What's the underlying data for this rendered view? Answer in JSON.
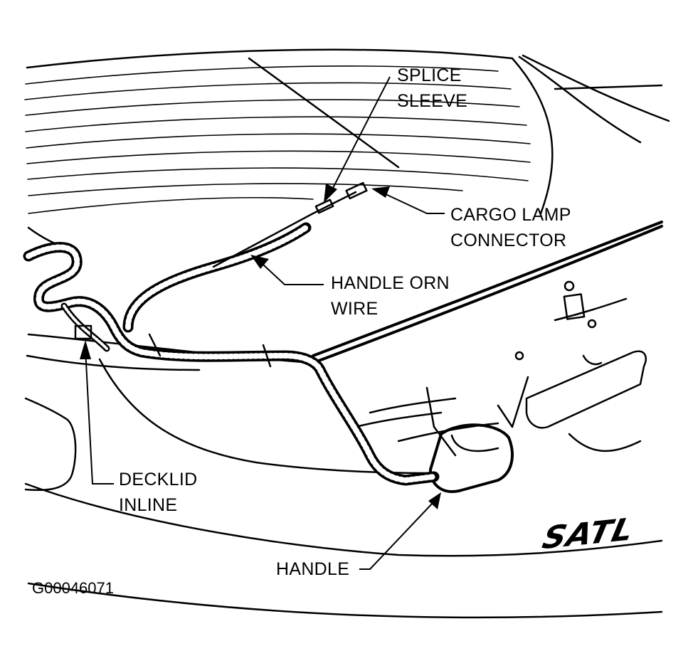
{
  "labels": {
    "splice_sleeve": [
      "SPLICE",
      "SLEEVE"
    ],
    "cargo_lamp_connector": [
      "CARGO LAMP",
      "CONNECTOR"
    ],
    "handle_orn_wire": [
      "HANDLE ORN",
      "WIRE"
    ],
    "decklid_inline": [
      "DECKLID",
      "INLINE"
    ],
    "handle": "HANDLE"
  },
  "badge_text": "SATL",
  "figure_id": "G00046071"
}
